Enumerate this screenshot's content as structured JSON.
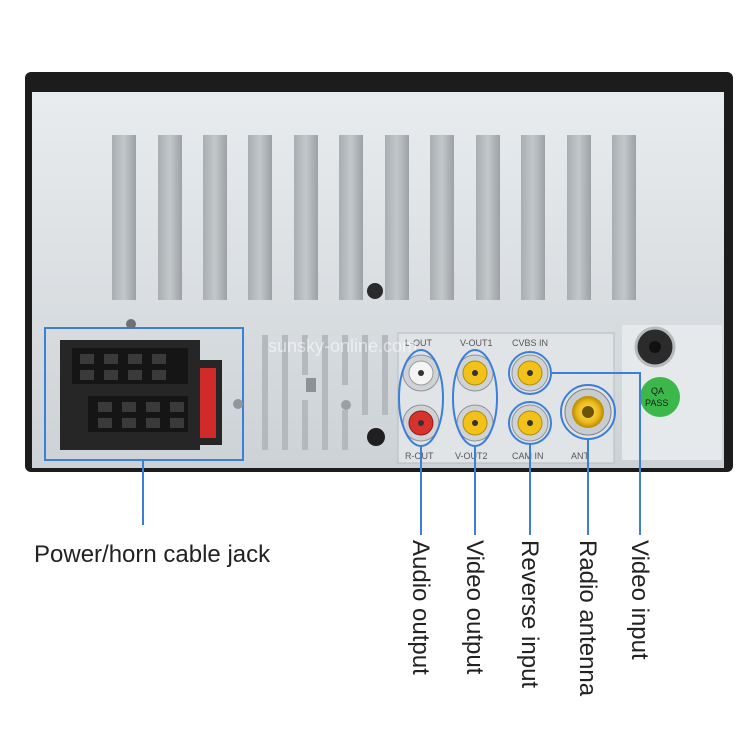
{
  "panel_labels": {
    "audio_top": "L-OUT",
    "video_out_top": "V-OUT1",
    "cvbs_in": "CVBS IN",
    "audio_bottom": "R-OUT",
    "video_out_bottom": "V-OUT2",
    "cam_in": "CAM IN",
    "antenna": "ANT",
    "qa_line1": "QA",
    "qa_line2": "PASS"
  },
  "watermark": "sunsky-online.com",
  "callouts": {
    "power": "Power/horn cable jack",
    "audio_output": "Audio output",
    "video_output": "Video output",
    "reverse_input": "Reverse input",
    "radio_antenna": "Radio antenna",
    "video_input": "Video input"
  },
  "colors": {
    "callout_line": "#3b7fd9",
    "rca_yellow": "#f2c21b",
    "rca_red": "#d8322d",
    "rca_white": "#f4f4f4",
    "metal": "#d9dde0",
    "qa_badge": "#3cb84a"
  }
}
